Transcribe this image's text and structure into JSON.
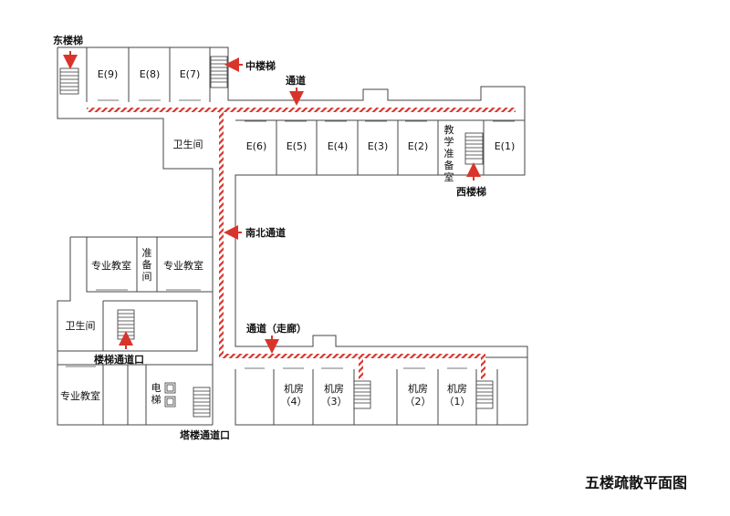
{
  "title": "五楼疏散平面图",
  "colors": {
    "route": "#d9342b",
    "arrow": "#d9342b",
    "wall": "#444444"
  },
  "labels": {
    "east_stairs": "东楼梯",
    "mid_stairs": "中楼梯",
    "corridor_top": "通道",
    "west_stairs": "西楼梯",
    "ns_corridor": "南北通道",
    "corridor_bottom": "通道（走廊）",
    "stair_exit": "楼梯通道口",
    "tower_exit": "塔楼通道口"
  },
  "rooms": {
    "e9": "E(9)",
    "e8": "E(8)",
    "e7": "E(7)",
    "e6": "E(6)",
    "e5": "E(5)",
    "e4": "E(4)",
    "e3": "E(3)",
    "e2": "E(2)",
    "e1": "E(1)",
    "prep_room": [
      "教",
      "学",
      "准",
      "备",
      "室"
    ],
    "toilet_a": "卫生间",
    "toilet_b": "卫生间",
    "classroom_a": "专业教室",
    "classroom_b": "专业教室",
    "classroom_c": "专业教室",
    "prep_small": [
      "准",
      "备",
      "间"
    ],
    "elevator": [
      "电",
      "梯"
    ],
    "mr4": [
      "机房",
      "（4）"
    ],
    "mr3": [
      "机房",
      "（3）"
    ],
    "mr2": [
      "机房",
      "（2）"
    ],
    "mr1": [
      "机房",
      "（1）"
    ]
  }
}
